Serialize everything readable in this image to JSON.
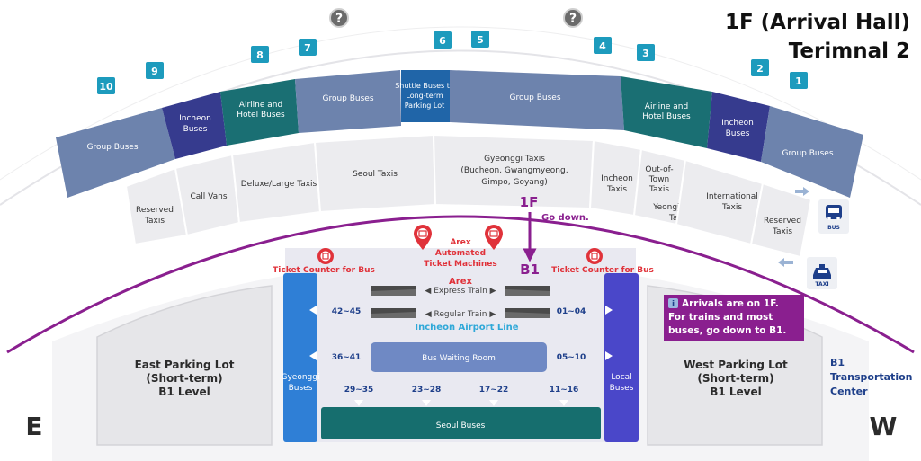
{
  "title": {
    "line1": "1F (Arrival Hall)",
    "line2": "Terimnal 2"
  },
  "compass": {
    "east": "E",
    "west": "W"
  },
  "gates": [
    "10",
    "9",
    "8",
    "7",
    "6",
    "5",
    "4",
    "3",
    "2",
    "1"
  ],
  "help_icon": "?",
  "curb_top": {
    "group_left": "Group Buses",
    "incheon_left": [
      "Incheon",
      "Buses"
    ],
    "airline_left": [
      "Airline and",
      "Hotel Buses"
    ],
    "group_mid_left": "Group Buses",
    "shuttle": [
      "Shuttle Buses to",
      "Long-term",
      "Parking Lot"
    ],
    "group_mid_right": "Group Buses",
    "airline_right": [
      "Airline and",
      "Hotel Buses"
    ],
    "incheon_right": [
      "Incheon",
      "Buses"
    ],
    "group_right": "Group Buses"
  },
  "curb_taxi": {
    "reserved_left": [
      "Reserved",
      "Taxis"
    ],
    "call_vans": "Call Vans",
    "deluxe": "Deluxe/Large Taxis",
    "seoul": "Seoul Taxis",
    "gyeonggi": [
      "Gyeonggi Taxis",
      "(Bucheon, Gwangmyeong,",
      "Gimpo, Goyang)"
    ],
    "incheon": [
      "Incheon",
      "Taxis"
    ],
    "out_of_town": [
      "Out-of-",
      "Town",
      "Taxis"
    ],
    "yeongjongdo": [
      "Yeongjongdo",
      "Taxis"
    ],
    "international": [
      "International",
      "Taxis"
    ],
    "reserved_right": [
      "Reserved",
      "Taxis"
    ]
  },
  "legend_icons": {
    "bus": "BUS",
    "taxi": "TAXI"
  },
  "floor_1f": "1F",
  "go_down": "Go down.",
  "floor_b1": "B1",
  "arex_machines": [
    "Arex",
    "Automated",
    "Ticket Machines"
  ],
  "ticket_counter_left": "Ticket Counter for Bus",
  "ticket_counter_right": "Ticket Counter for Bus",
  "arex_label": "Arex",
  "express_train": "Express Train",
  "regular_train": "Regular Train",
  "incheon_airport_line": "Incheon Airport Line",
  "bus_waiting_room": "Bus Waiting Room",
  "gyeonggi_buses": [
    "Gyeonggi",
    "Buses"
  ],
  "local_buses": [
    "Local",
    "Buses"
  ],
  "seoul_buses": "Seoul Buses",
  "gate_ranges": {
    "left_upper": "42~45",
    "left_lower": "36~41",
    "right_upper": "01~04",
    "right_lower": "05~10",
    "bottom": [
      "29~35",
      "23~28",
      "17~22",
      "11~16"
    ]
  },
  "east_lot": [
    "East Parking Lot",
    "(Short-term)",
    "B1 Level"
  ],
  "west_lot": [
    "West Parking Lot",
    "(Short-term)",
    "B1 Level"
  ],
  "info_box": [
    "Arrivals are on 1F.",
    "For trains and most",
    "buses, go down to B1."
  ],
  "info_icon": "i",
  "b1_center": [
    "B1",
    "Transportation",
    "Center"
  ],
  "colors": {
    "group_bus": "#6d83ad",
    "incheon_bus": "#363b8e",
    "airline_bus": "#1a6f73",
    "shuttle_bus": "#2065a8",
    "gate_badge": "#1d9bbd",
    "purple": "#8a1f8f",
    "red": "#e0323a",
    "navy": "#1e3f8a",
    "blue_bar": "#2f7fd6",
    "local_bar": "#4a47c9",
    "seoul_bar": "#166e6e",
    "waiting_room": "#6f89c4"
  }
}
